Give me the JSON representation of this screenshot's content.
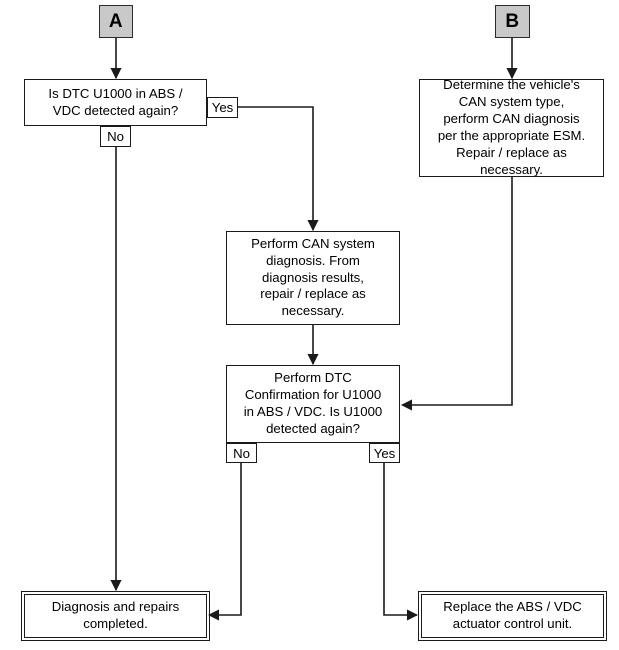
{
  "diagram": {
    "title": "ABS / VDC U1000 DTC diagnostic flowchart",
    "colors": {
      "connector_fill": "#c9c9c9",
      "line": "#1a1a1a",
      "background": "#ffffff"
    },
    "nodes": {
      "connector_a": {
        "label": "A",
        "type": "connector"
      },
      "connector_b": {
        "label": "B",
        "type": "connector"
      },
      "question_abs": {
        "label": "Is DTC U1000 in ABS /\nVDC detected again?",
        "type": "decision"
      },
      "determine_can": {
        "label": "Determine the vehicle's\nCAN system type,\nperform CAN diagnosis\nper the appropriate ESM.\nRepair / replace as\nnecessary.",
        "type": "process"
      },
      "perform_can_diag": {
        "label": "Perform CAN system\ndiagnosis. From\ndiagnosis results,\nrepair / replace as\nnecessary.",
        "type": "process"
      },
      "perform_dtc_confirm": {
        "label": "Perform DTC\nConfirmation for U1000\nin ABS / VDC. Is U1000\ndetected again?",
        "type": "decision"
      },
      "diagnosis_complete": {
        "label": "Diagnosis and repairs\ncompleted.",
        "type": "terminal"
      },
      "replace_actuator": {
        "label": "Replace the ABS / VDC\nactuator control unit.",
        "type": "terminal"
      }
    },
    "branch_labels": {
      "q_yes": "Yes",
      "q_no": "No",
      "dtc_no": "No",
      "dtc_yes": "Yes"
    }
  }
}
